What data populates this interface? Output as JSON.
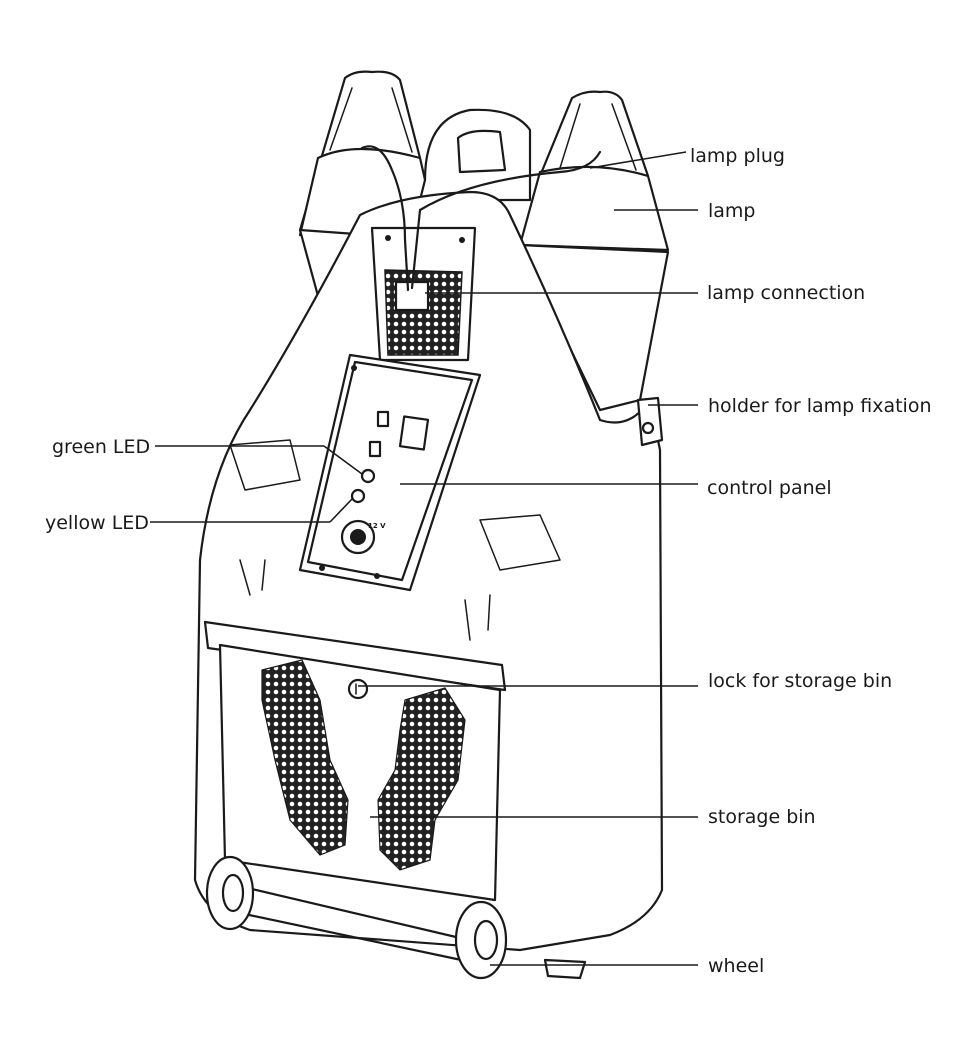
{
  "labels": {
    "lamp_plug": "lamp plug",
    "lamp": "lamp",
    "lamp_connection": "lamp connection",
    "holder": "holder for lamp fixation",
    "green_led": "green LED",
    "control_panel": "control panel",
    "yellow_led": "yellow LED",
    "lock": "lock for storage bin",
    "storage_bin": "storage bin",
    "wheel": "wheel"
  },
  "panel_markings": {
    "socket_label": "12 V"
  },
  "colors": {
    "line": "#1a1a1a",
    "background": "#ffffff"
  }
}
